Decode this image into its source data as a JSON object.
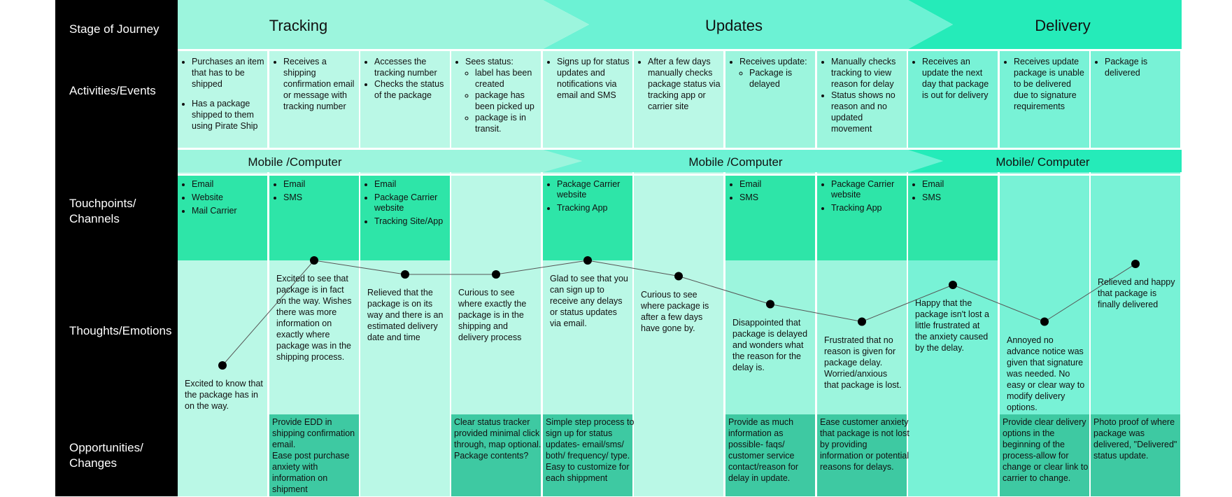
{
  "row_labels": {
    "stage": "Stage of Journey",
    "activities": "Activities/Events",
    "touchpoints": "Touchpoints/\nChannels",
    "thoughts": "Thoughts/Emotions",
    "opportunities": "Opportunities/\nChanges"
  },
  "stages": [
    "Tracking",
    "Updates",
    "Delivery"
  ],
  "channel_headers": [
    "Mobile /Computer",
    "Mobile /Computer",
    "Mobile/ Computer"
  ],
  "activities": [
    {
      "items": [
        {
          "text": "Purchases an item that has to be shipped"
        },
        {
          "text": "Has a package shipped to them using Pirate Ship"
        }
      ]
    },
    {
      "items": [
        {
          "text": "Receives a shipping confirmation email or message with tracking number"
        }
      ]
    },
    {
      "items": [
        {
          "text": "Accesses the tracking number"
        },
        {
          "text": "Checks the status of the package"
        }
      ]
    },
    {
      "items": [
        {
          "text": "Sees status:",
          "sub": [
            "label has been created",
            "package has been picked up",
            "package is in transit."
          ]
        }
      ]
    },
    {
      "items": [
        {
          "text": "Signs up for status updates and notifications via email and SMS"
        }
      ]
    },
    {
      "items": [
        {
          "text": "After a few days manually checks package status via tracking app or carrier site"
        }
      ]
    },
    {
      "items": [
        {
          "text": "Receives update:",
          "sub": [
            "Package is delayed"
          ]
        }
      ]
    },
    {
      "items": [
        {
          "text": "Manually checks tracking to view reason for delay"
        },
        {
          "text": "Status shows no reason and no updated movement"
        }
      ]
    },
    {
      "items": [
        {
          "text": "Receives an update the next day that package is out for delivery"
        }
      ]
    },
    {
      "items": [
        {
          "text": "Receives update package is unable to be delivered due to signature requirements"
        }
      ]
    },
    {
      "items": [
        {
          "text": "Package is delivered"
        }
      ]
    }
  ],
  "touchpoints": [
    [
      "Email",
      "Website",
      "Mail Carrier"
    ],
    [
      "Email",
      "SMS"
    ],
    [
      "Email",
      "Package Carrier website",
      "Tracking Site/App"
    ],
    [],
    [
      "Package Carrier website",
      "Tracking App"
    ],
    [],
    [
      "Email",
      "SMS"
    ],
    [
      "Package Carrier website",
      "Tracking App"
    ],
    [
      "Email",
      "SMS"
    ],
    [],
    []
  ],
  "thoughts": [
    "Excited to know that the package has in on the way.",
    "Excited to see that package is in fact on the way. Wishes there was more information on exactly where package was in the shipping process.",
    "Relieved that the package is on its way and there is an estimated delivery date and time",
    "Curious to see where exactly the package is in the shipping and delivery process",
    "Glad to see that you can sign up to receive any delays or status updates via email.",
    "Curious to see where package is after a few days have gone by.",
    "Disappointed that package is delayed and wonders what the reason for the delay is.",
    "Frustrated that no reason is given for package delay. Worried/anxious that package is lost.",
    "Happy that the package isn't lost a little frustrated at the anxiety caused by the delay.",
    "Annoyed no advance notice was given that signature was needed. No easy or clear way to modify delivery options.",
    "Relieved and happy that package is finally delivered"
  ],
  "emotion_levels": [
    0.28,
    0.88,
    0.8,
    0.8,
    0.88,
    0.79,
    0.63,
    0.53,
    0.74,
    0.53,
    0.86
  ],
  "opportunities": [
    "",
    "Provide EDD in shipping confirmation email.\nEase post purchase anxiety with information on shipment",
    "",
    "Clear status tracker provided minimal click through, map optional.\nPackage contents?",
    "Simple step process to sign up for status updates- email/sms/ both/ frequency/ type. Easy to customize for each shippment",
    "",
    "Provide as much information as possible- faqs/ customer service contact/reason for delay in update.",
    "Ease customer anxiety that package is not lost by providing information or potential reasons for delays.",
    "",
    "Provide clear delivery options in the beginning of the process-allow for change or clear link to carrier to change.",
    "Photo proof of where package was delivered, \"Delivered\" status update."
  ],
  "colors": {
    "sidebar": "#000000",
    "stage_light": "#9cf5dd",
    "stage_mid": "#6cf2d4",
    "stage_bright": "#25ebb9",
    "cell_light": "#baf8e6",
    "cell_mid": "#9cf5dd",
    "cell_bright": "#78f2d6",
    "touch_dark": "#2ee5a8",
    "opp_dark": "#3ec9a2",
    "point": "#000000"
  }
}
